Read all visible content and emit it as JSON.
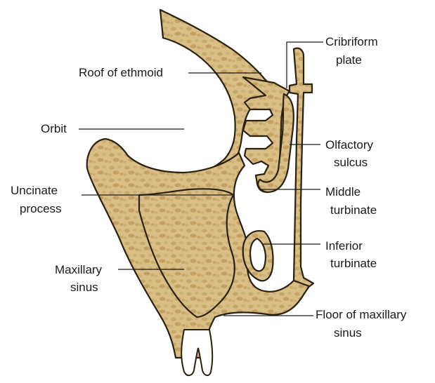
{
  "colors": {
    "bone_fill": "#d9bf85",
    "bone_spot": "#c4a162",
    "outline": "#2a2010",
    "label_text": "#1a1a1a"
  },
  "labels": {
    "cribriform_plate": {
      "line1": "Cribriform",
      "line2": "plate"
    },
    "roof_of_ethmoid": "Roof of ethmoid",
    "orbit": "Orbit",
    "olfactory_sulcus": {
      "line1": "Olfactory",
      "line2": "sulcus"
    },
    "uncinate_process": {
      "line1": "Uncinate",
      "line2": "process"
    },
    "middle_turbinate": {
      "line1": "Middle",
      "line2": "turbinate"
    },
    "inferior_turbinate": {
      "line1": "Inferior",
      "line2": "turbinate"
    },
    "maxillary_sinus": {
      "line1": "Maxillary",
      "line2": "sinus"
    },
    "floor_of_maxillary_sinus": {
      "line1": "Floor of maxillary",
      "line2": "sinus"
    }
  }
}
